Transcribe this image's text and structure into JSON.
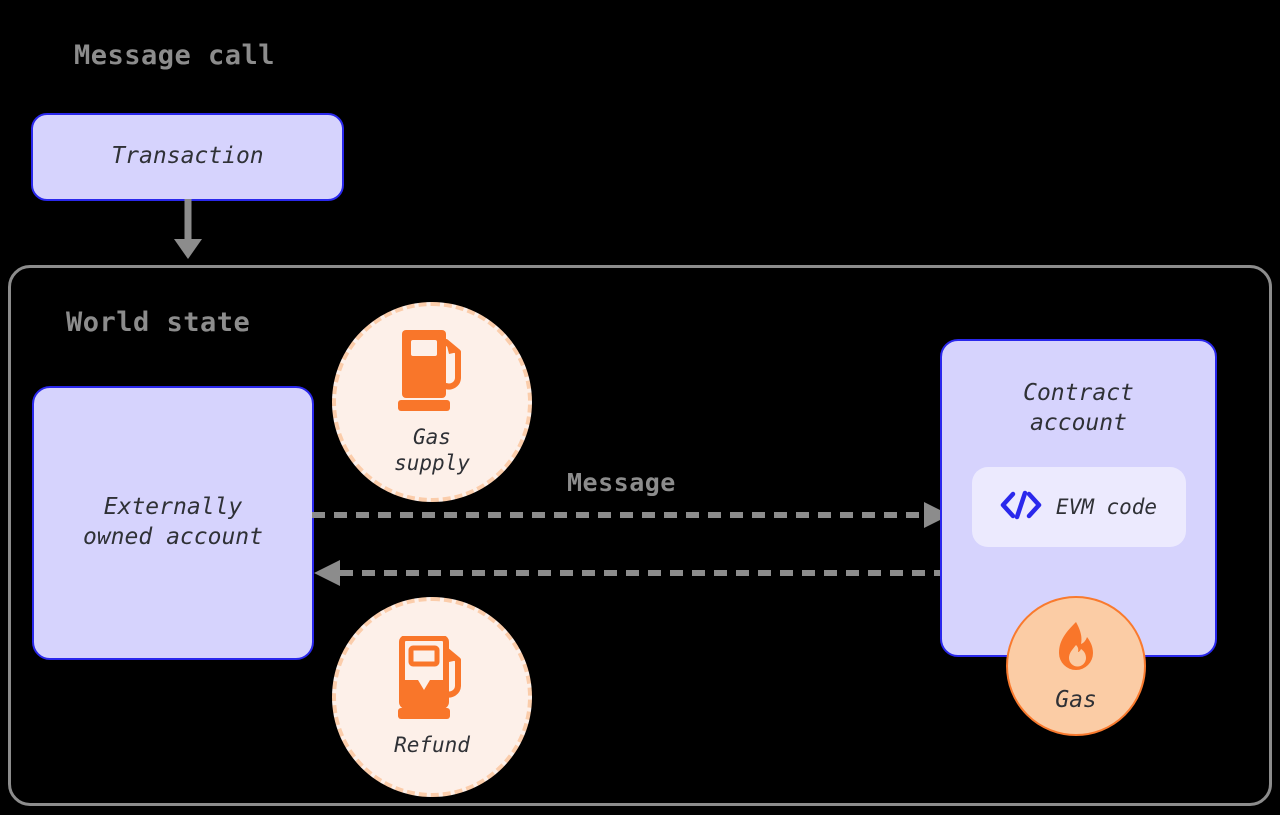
{
  "diagram": {
    "title": "Message call",
    "colors": {
      "accent_blue": "#2a28ec",
      "box_fill": "#d6d3fd",
      "chip_fill": "#eceafe",
      "gray": "#8c8c8c",
      "orange": "#f97a2e",
      "orange_circle_fill": "#fdf0e9",
      "gas_badge_fill": "#fbcca5",
      "dashed_border": "#fbcdab",
      "text": "#2f3136",
      "background": "#000000"
    }
  },
  "transaction": {
    "label": "Transaction"
  },
  "world_state": {
    "title": "World state"
  },
  "eoa": {
    "line1": "Externally",
    "line2": "owned account"
  },
  "contract": {
    "line1": "Contract",
    "line2": "account",
    "evm_code_label": "EVM code",
    "evm_code_icon": "code-brackets-icon"
  },
  "gas_supply": {
    "line1": "Gas",
    "line2": "supply",
    "icon": "fuel-pump-full-icon"
  },
  "refund": {
    "label": "Refund",
    "icon": "fuel-pump-partial-icon"
  },
  "gas_badge": {
    "label": "Gas",
    "icon": "flame-icon"
  },
  "message": {
    "label": "Message",
    "forward_arrow": "dashed-arrow-right",
    "return_arrow": "dashed-arrow-left"
  },
  "tx_arrow": {
    "name": "solid-arrow-down"
  }
}
